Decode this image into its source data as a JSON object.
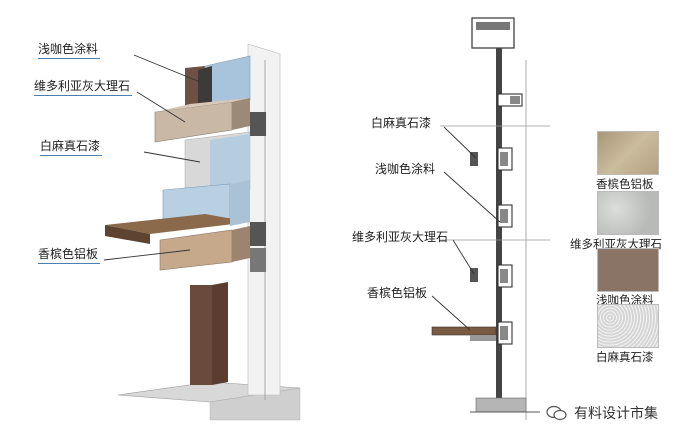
{
  "left_labels": {
    "l1": "浅咖色涂料",
    "l2": "维多利亚灰大理石",
    "l3": "白麻真石漆",
    "l4": "香槟色铝板"
  },
  "right_labels": {
    "r1": "白麻真石漆",
    "r2": "浅咖色涂料",
    "r3": "维多利亚灰大理石",
    "r4": "香槟色铝板"
  },
  "swatches": [
    {
      "label": "香槟色铝板",
      "color": "#b9a98c"
    },
    {
      "label": "维多利亚灰大理石",
      "color": "#c8cac8"
    },
    {
      "label": "浅咖色涂料",
      "color": "#8a7466"
    },
    {
      "label": "白麻真石漆",
      "color": "#e2e2e2"
    }
  ],
  "watermark": "有料设计市集"
}
